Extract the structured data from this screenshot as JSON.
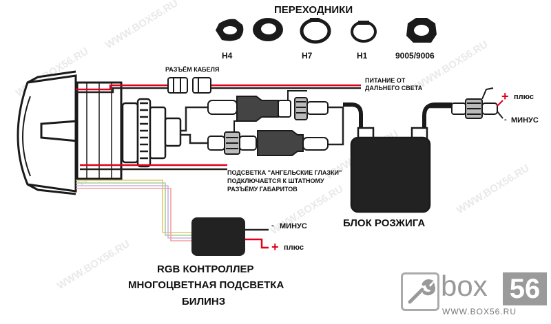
{
  "adapters": {
    "title": "ПЕРЕХОДНИКИ",
    "items": [
      {
        "label": "H4"
      },
      {
        "label": "H7"
      },
      {
        "label": "H1"
      },
      {
        "label": "9005/9006"
      }
    ]
  },
  "labels": {
    "cable_connector": "РАЗЪЁМ КАБЕЛЯ",
    "high_beam_power_line1": "ПИТАНИЕ ОТ",
    "high_beam_power_line2": "ДАЛЬНЕГО СВЕТА",
    "ballast_plus": "плюс",
    "ballast_minus": "МИНУС",
    "angel_eyes_line1": "ПОДСВЕТКА \"АНГЕЛЬСКИЕ ГЛАЗКИ\"",
    "angel_eyes_line2": "ПОДКЛЮЧАЕТСЯ К ШТАТНОМУ",
    "angel_eyes_line3": "РАЗЪЁМУ ГАБАРИТОВ",
    "ballast": "БЛОК РОЗЖИГА",
    "rgb_minus": "МИНУС",
    "rgb_plus": "плюс",
    "rgb_line1": "RGB КОНТРОЛЛЕР",
    "rgb_line2": "МНОГОЦВЕТНАЯ ПОДСВЕТКА",
    "rgb_line3": "БИЛИНЗ",
    "plus_sign": "+",
    "minus_sign": "-"
  },
  "watermark": {
    "text": "WWW.BOX56.RU"
  },
  "logo": {
    "word": "box",
    "number": "56",
    "url": "WWW.BOX56.RU"
  },
  "colors": {
    "plus_wire": "#e0001a",
    "wire": "#222222",
    "rgb_wires": [
      "#e8c46a",
      "#9fd0a0",
      "#d0b0e0",
      "#f0a0a0"
    ]
  }
}
